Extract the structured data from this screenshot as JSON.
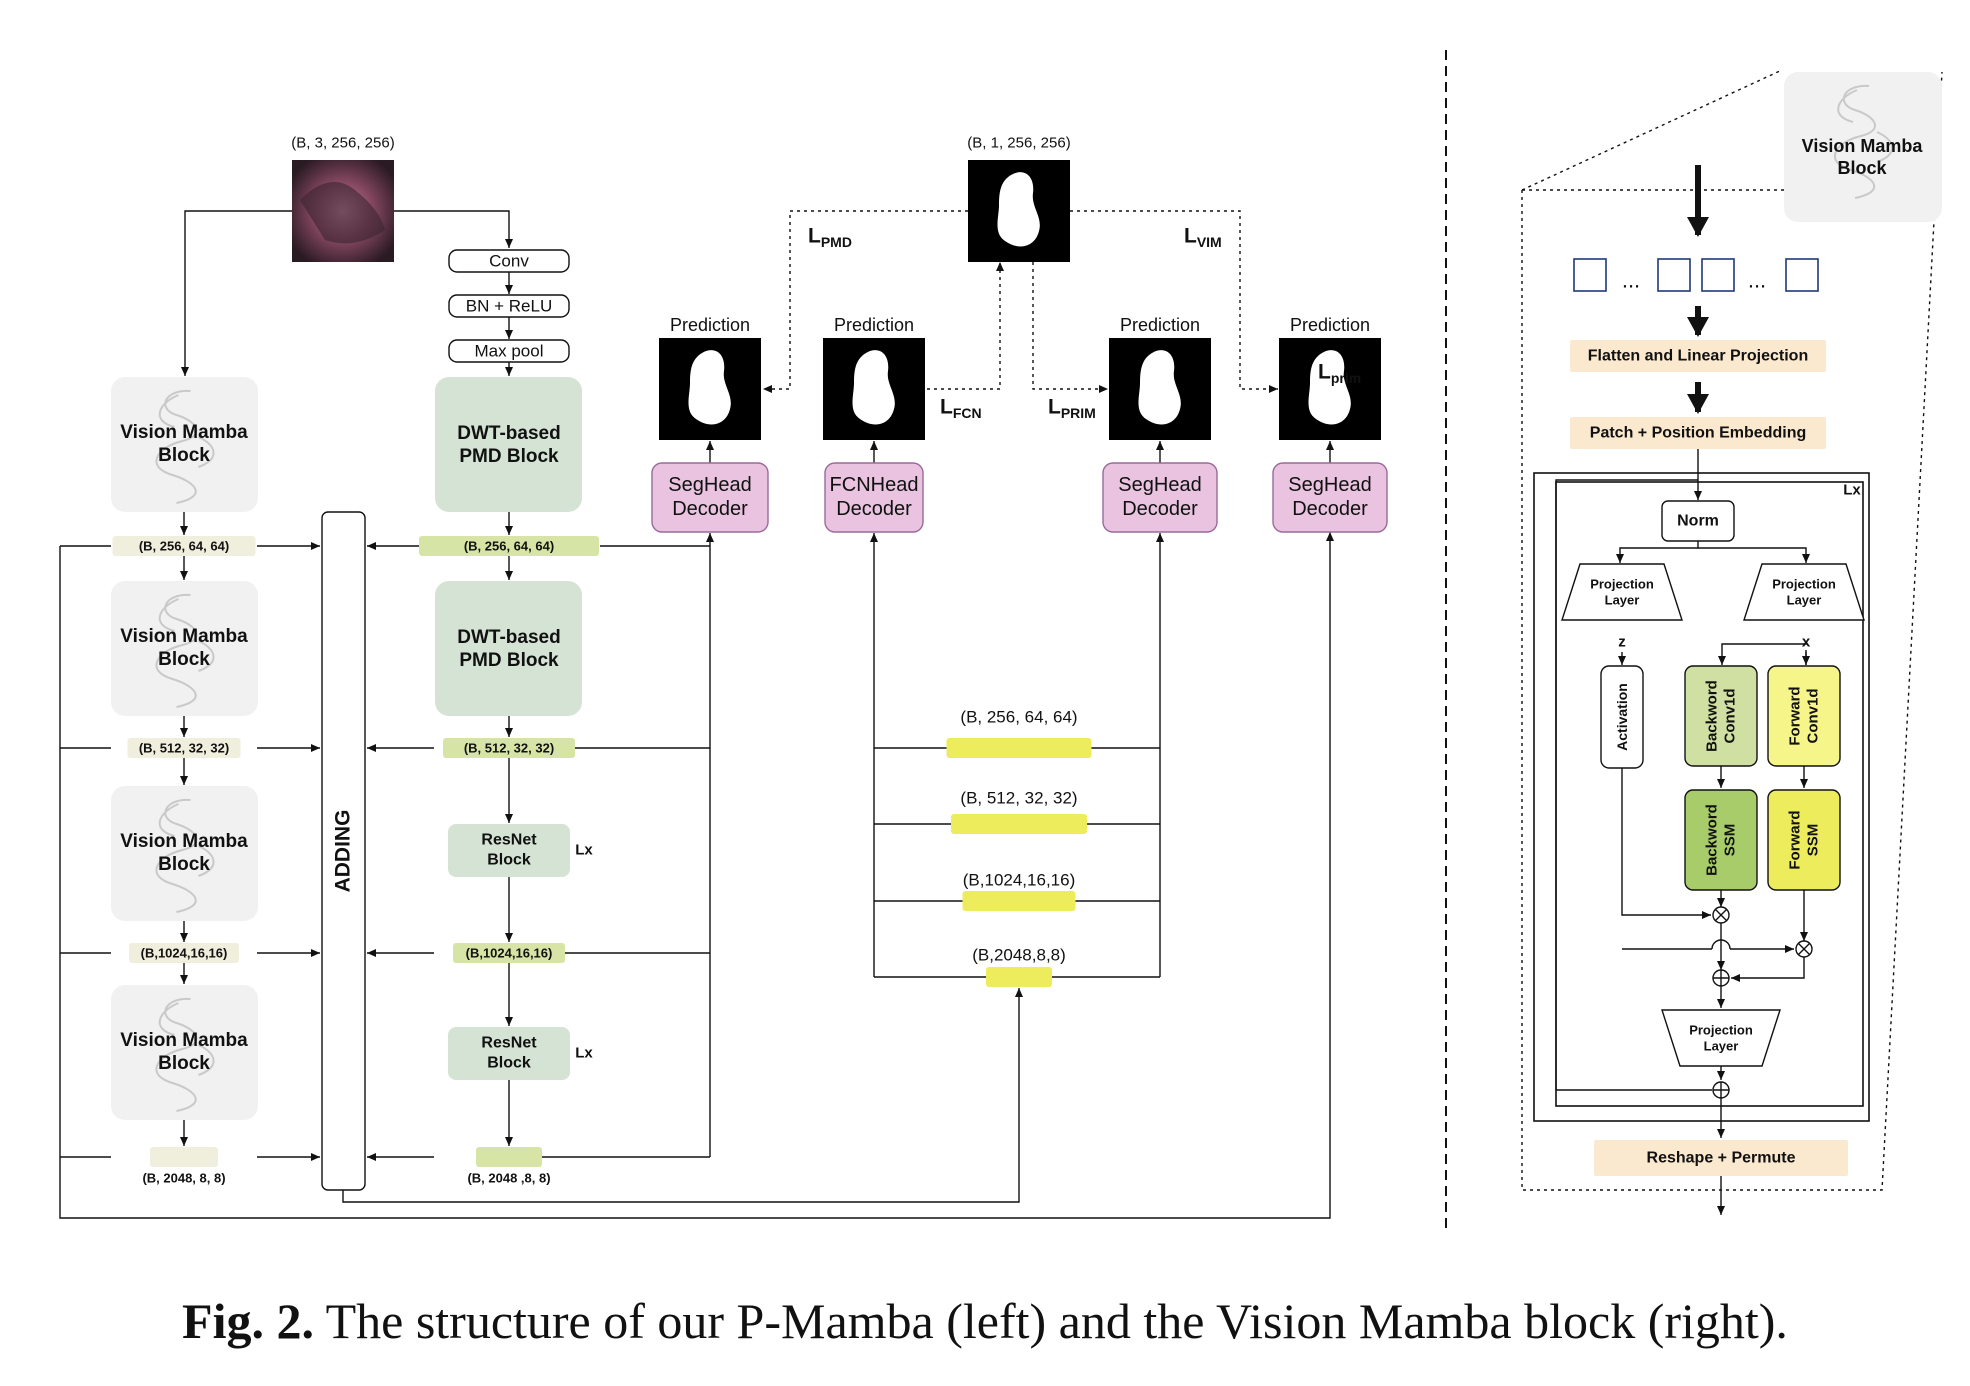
{
  "input_shape": "(B, 3, 256, 256)",
  "gt_shape": "(B, 1, 256, 256)",
  "stem": {
    "conv": "Conv",
    "bn": "BN + ReLU",
    "pool": "Max pool"
  },
  "vim_block": "Vision Mamba|Block",
  "pmd_block": "DWT-based|PMD Block",
  "resnet_block": "ResNet|Block",
  "repeat": "Lx",
  "adding": "ADDING",
  "vim_shapes": [
    "(B, 256, 64, 64)",
    "(B, 512, 32, 32)",
    "(B,1024,16,16)",
    "(B, 2048, 8, 8)"
  ],
  "pmd_shapes": [
    "(B, 256, 64, 64)",
    "(B, 512, 32, 32)",
    "(B,1024,16,16)",
    "(B, 2048 ,8, 8)"
  ],
  "fcn_shapes": [
    "(B, 256, 64, 64)",
    "(B, 512, 32, 32)",
    "(B,1024,16,16)",
    "(B,2048,8,8)"
  ],
  "prediction": "Prediction",
  "decoders": [
    "SegHead|Decoder",
    "FCNHead|Decoder",
    "SegHead|Decoder",
    "SegHead|Decoder"
  ],
  "losses": {
    "pmd": {
      "main": "L",
      "sub": "PMD"
    },
    "vim": {
      "main": "L",
      "sub": "VIM"
    },
    "fcn": {
      "main": "L",
      "sub": "FCN"
    },
    "prim": {
      "main": "L",
      "sub": "PRIM"
    },
    "prim2": {
      "main": "L",
      "sub": "prim"
    }
  },
  "vmb": {
    "title": "Vision Mamba|Block",
    "ellipsis": "...",
    "flatten": "Flatten and Linear Projection",
    "patch": "Patch + Position Embedding",
    "lx": "Lx",
    "norm": "Norm",
    "proj": "Projection|Layer",
    "z": "z",
    "x": "x",
    "activation": "Activation",
    "bwd_conv": "Backword|Conv1d",
    "fwd_conv": "Forward|Conv1d",
    "bwd_ssm": "Backword|SSM",
    "fwd_ssm": "Forward|SSM",
    "reshape": "Reshape + Permute"
  },
  "caption": {
    "label": "Fig. 2.",
    "text": " The structure of our P-Mamba (left) and the Vision Mamba block (right)."
  },
  "colors": {
    "vim_fill": "#f1f1f1",
    "pmd_fill": "#d5e3d5",
    "resnet_fill": "#d5e3d5",
    "vim_tag": "#f0eedd",
    "pmd_tag": "#d6e5a6",
    "fcn_tag": "#ecec5c",
    "decoder_fill": "#e9c3e0",
    "decoder_stroke": "#9a6a9a",
    "flatten_fill": "#fbe9cf",
    "bwd_conv": "#cfe0a2",
    "bwd_ssm": "#a8cc6a",
    "fwd_conv": "#f5f58a",
    "fwd_ssm": "#ecec5c"
  }
}
